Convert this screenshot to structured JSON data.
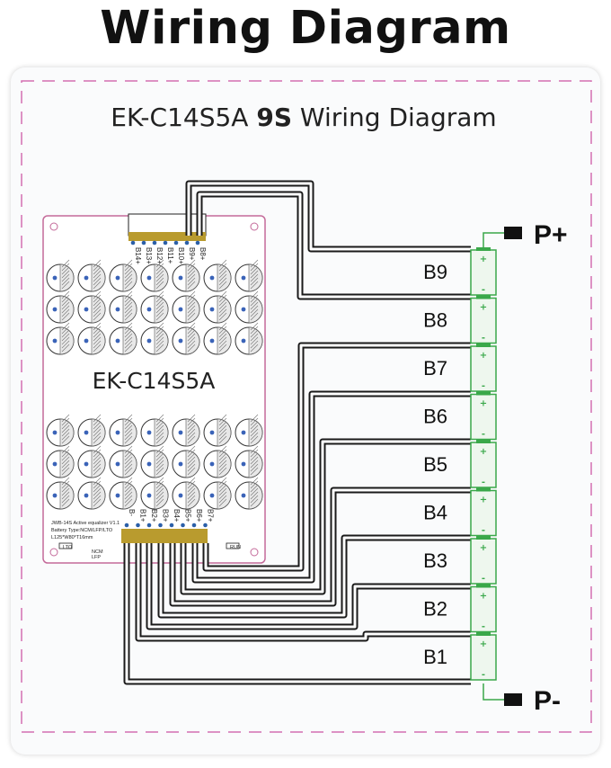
{
  "title": "Wiring Diagram",
  "subtitle": {
    "model": "EK-C14S5A",
    "series": "9S",
    "suffix": "Wiring Diagram"
  },
  "board": {
    "name": "EK-C14S5A",
    "top_pins": [
      "B14+",
      "B13+",
      "B12+",
      "B11+",
      "B10+",
      "B9+",
      "B8+"
    ],
    "bottom_pins": [
      "B-",
      "B1+",
      "B2+",
      "B3+",
      "B4+",
      "B5+",
      "B6+",
      "B7+"
    ],
    "info_lines": [
      "JWB-14S Active equalizer V1.1",
      "Battery Type:NCM/LFP/LTO",
      "L125*W80*T16mm"
    ],
    "switch_labels": {
      "lto": "LTO",
      "ncm": "NCM",
      "lfp": "LFP",
      "run": "RUN"
    }
  },
  "cells": [
    "B9",
    "B8",
    "B7",
    "B6",
    "B5",
    "B4",
    "B3",
    "B2",
    "B1"
  ],
  "terminals": {
    "positive": "P+",
    "negative": "P-"
  },
  "colors": {
    "cell_green": "#3aa84a",
    "cell_fill": "#eef7ee",
    "board_outline": "#c46a9a",
    "frame_dash": "#d36fb1",
    "wire": "#1a1a1a",
    "pin_gold": "#b99b2e"
  }
}
